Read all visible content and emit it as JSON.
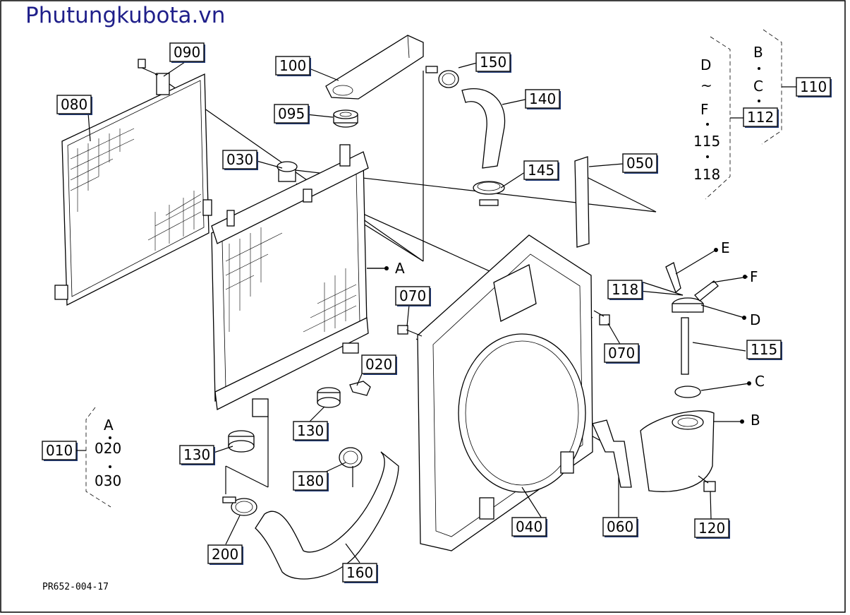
{
  "watermark": "Phutungkubota.vn",
  "figure_code": "PR652-004-17",
  "part_labels": {
    "p010": "010",
    "p020a": "020",
    "p030a": "030",
    "p040": "040",
    "p050": "050",
    "p060": "060",
    "p070a": "070",
    "p070b": "070",
    "p080": "080",
    "p090": "090",
    "p095": "095",
    "p100": "100",
    "p110": "110",
    "p112": "112",
    "p115": "115",
    "p118": "118",
    "p120": "120",
    "p130a": "130",
    "p130b": "130",
    "p140": "140",
    "p145": "145",
    "p150": "150",
    "p160": "160",
    "p180": "180",
    "p200": "200"
  },
  "letter_callouts": {
    "A": "A",
    "B": "B",
    "C": "C",
    "D": "D",
    "E": "E",
    "F": "F"
  },
  "group_010": {
    "items": [
      "A",
      "020",
      "030"
    ]
  },
  "group_110": {
    "items": [
      "B",
      "C"
    ]
  },
  "group_112": {
    "items": [
      "D",
      "~",
      "F",
      "115",
      "118"
    ]
  }
}
